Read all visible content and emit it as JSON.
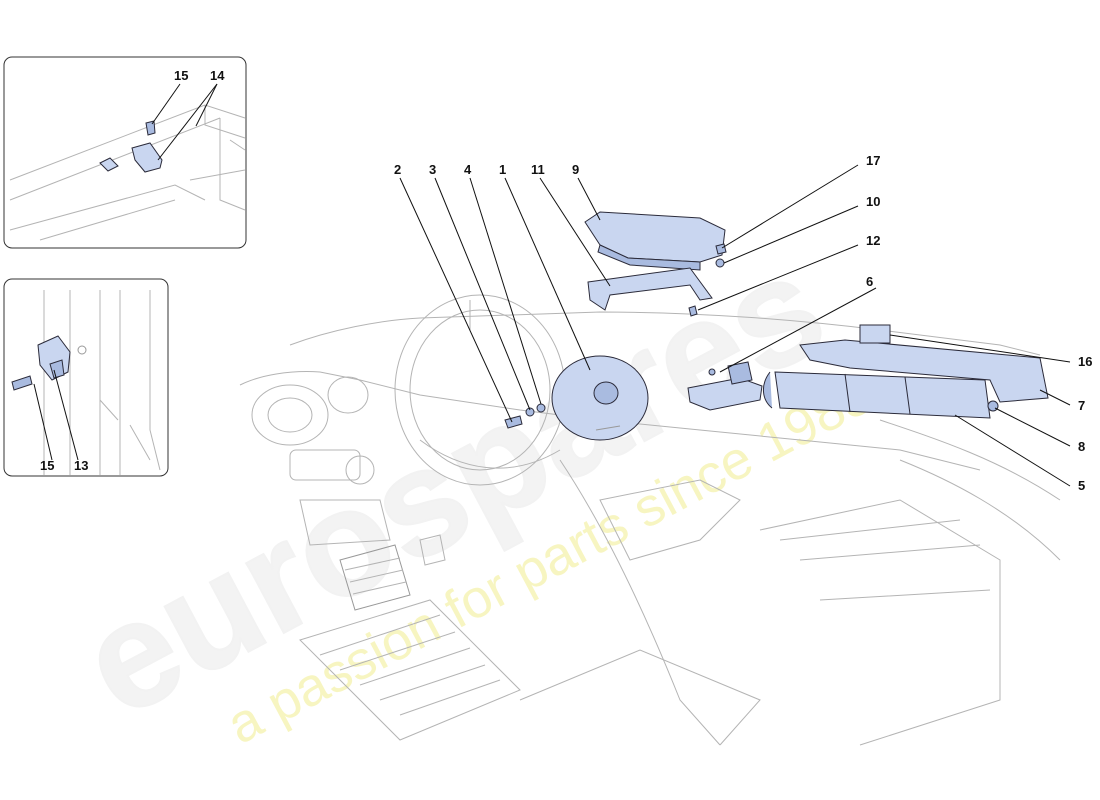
{
  "watermark": {
    "brand": "eurospares",
    "tagline": "a passion for parts since 1985"
  },
  "callouts": {
    "c1": "1",
    "c2": "2",
    "c3": "3",
    "c4": "4",
    "c5": "5",
    "c6": "6",
    "c7": "7",
    "c8": "8",
    "c9": "9",
    "c10": "10",
    "c11": "11",
    "c12": "12",
    "c13": "13",
    "c14": "14",
    "c15a": "15",
    "c15b": "15",
    "c16": "16",
    "c17": "17"
  },
  "colors": {
    "part_fill": "#c9d6f0",
    "part_shade": "#a9bbe0",
    "sketch_line": "#b4b4b4"
  }
}
